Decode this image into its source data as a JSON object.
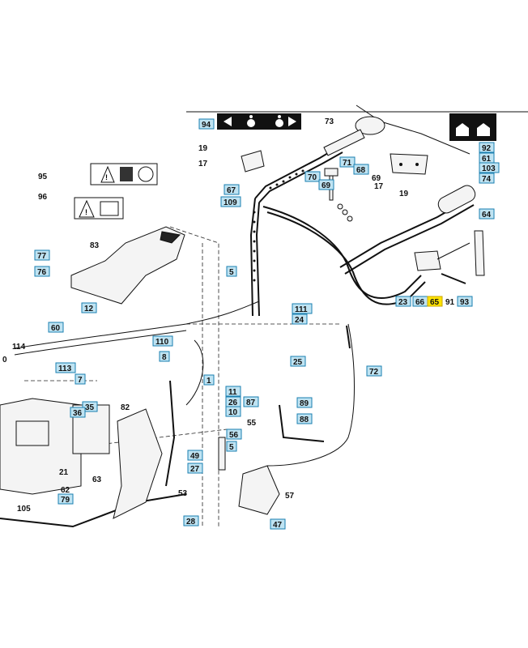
{
  "labels": [
    {
      "id": "l94",
      "text": "94",
      "boxed": true
    },
    {
      "id": "l73",
      "text": "73",
      "boxed": false
    },
    {
      "id": "l92",
      "text": "92",
      "boxed": true
    },
    {
      "id": "l61",
      "text": "61",
      "boxed": true
    },
    {
      "id": "l103",
      "text": "103",
      "boxed": true
    },
    {
      "id": "l74",
      "text": "74",
      "boxed": true
    },
    {
      "id": "l19a",
      "text": "19",
      "boxed": false
    },
    {
      "id": "l17a",
      "text": "17",
      "boxed": false
    },
    {
      "id": "l95",
      "text": "95",
      "boxed": false
    },
    {
      "id": "l71",
      "text": "71",
      "boxed": true
    },
    {
      "id": "l68",
      "text": "68",
      "boxed": true
    },
    {
      "id": "l70",
      "text": "70",
      "boxed": true
    },
    {
      "id": "l69a",
      "text": "69",
      "boxed": true
    },
    {
      "id": "l69b",
      "text": "69",
      "boxed": false
    },
    {
      "id": "l17b",
      "text": "17",
      "boxed": false
    },
    {
      "id": "l19b",
      "text": "19",
      "boxed": false
    },
    {
      "id": "l67",
      "text": "67",
      "boxed": true
    },
    {
      "id": "l109",
      "text": "109",
      "boxed": true
    },
    {
      "id": "l96",
      "text": "96",
      "boxed": false
    },
    {
      "id": "l64",
      "text": "64",
      "boxed": true
    },
    {
      "id": "l83",
      "text": "83",
      "boxed": false
    },
    {
      "id": "l77",
      "text": "77",
      "boxed": true
    },
    {
      "id": "l76",
      "text": "76",
      "boxed": true
    },
    {
      "id": "l5",
      "text": "5",
      "boxed": true
    },
    {
      "id": "l23",
      "text": "23",
      "boxed": true
    },
    {
      "id": "l66",
      "text": "66",
      "boxed": true
    },
    {
      "id": "l65",
      "text": "65",
      "boxed": false,
      "highlight": true
    },
    {
      "id": "l91",
      "text": "91",
      "boxed": false
    },
    {
      "id": "l93",
      "text": "93",
      "boxed": true
    },
    {
      "id": "l12",
      "text": "12",
      "boxed": true
    },
    {
      "id": "l111",
      "text": "111",
      "boxed": true
    },
    {
      "id": "l24",
      "text": "24",
      "boxed": true
    },
    {
      "id": "l60",
      "text": "60",
      "boxed": true
    },
    {
      "id": "l110",
      "text": "110",
      "boxed": true
    },
    {
      "id": "l114",
      "text": "114",
      "boxed": false
    },
    {
      "id": "l0",
      "text": "0",
      "boxed": false
    },
    {
      "id": "l113",
      "text": "113",
      "boxed": true
    },
    {
      "id": "l8",
      "text": "8",
      "boxed": true
    },
    {
      "id": "l25",
      "text": "25",
      "boxed": true
    },
    {
      "id": "l72",
      "text": "72",
      "boxed": true
    },
    {
      "id": "l7",
      "text": "7",
      "boxed": true
    },
    {
      "id": "l1",
      "text": "1",
      "boxed": true
    },
    {
      "id": "l11",
      "text": "11",
      "boxed": true
    },
    {
      "id": "l26",
      "text": "26",
      "boxed": true
    },
    {
      "id": "l87",
      "text": "87",
      "boxed": true
    },
    {
      "id": "l89",
      "text": "89",
      "boxed": true
    },
    {
      "id": "l35",
      "text": "35",
      "boxed": true
    },
    {
      "id": "l82",
      "text": "82",
      "boxed": false
    },
    {
      "id": "l36",
      "text": "36",
      "boxed": true
    },
    {
      "id": "l10",
      "text": "10",
      "boxed": true
    },
    {
      "id": "l88",
      "text": "88",
      "boxed": true
    },
    {
      "id": "l55",
      "text": "55",
      "boxed": false
    },
    {
      "id": "l56",
      "text": "56",
      "boxed": true
    },
    {
      "id": "l49",
      "text": "49",
      "boxed": true
    },
    {
      "id": "l5b",
      "text": "5",
      "boxed": true
    },
    {
      "id": "l21",
      "text": "21",
      "boxed": false
    },
    {
      "id": "l27",
      "text": "27",
      "boxed": true
    },
    {
      "id": "l63",
      "text": "63",
      "boxed": false
    },
    {
      "id": "l62",
      "text": "62",
      "boxed": false
    },
    {
      "id": "l53",
      "text": "53",
      "boxed": false
    },
    {
      "id": "l57",
      "text": "57",
      "boxed": false
    },
    {
      "id": "l79",
      "text": "79",
      "boxed": true
    },
    {
      "id": "l105",
      "text": "105",
      "boxed": false
    },
    {
      "id": "l28",
      "text": "28",
      "boxed": true
    },
    {
      "id": "l47",
      "text": "47",
      "boxed": true
    }
  ],
  "colors": {
    "box_fill": "#bfe3f2",
    "box_stroke": "#1a7fb0",
    "highlight": "#ffe400"
  }
}
